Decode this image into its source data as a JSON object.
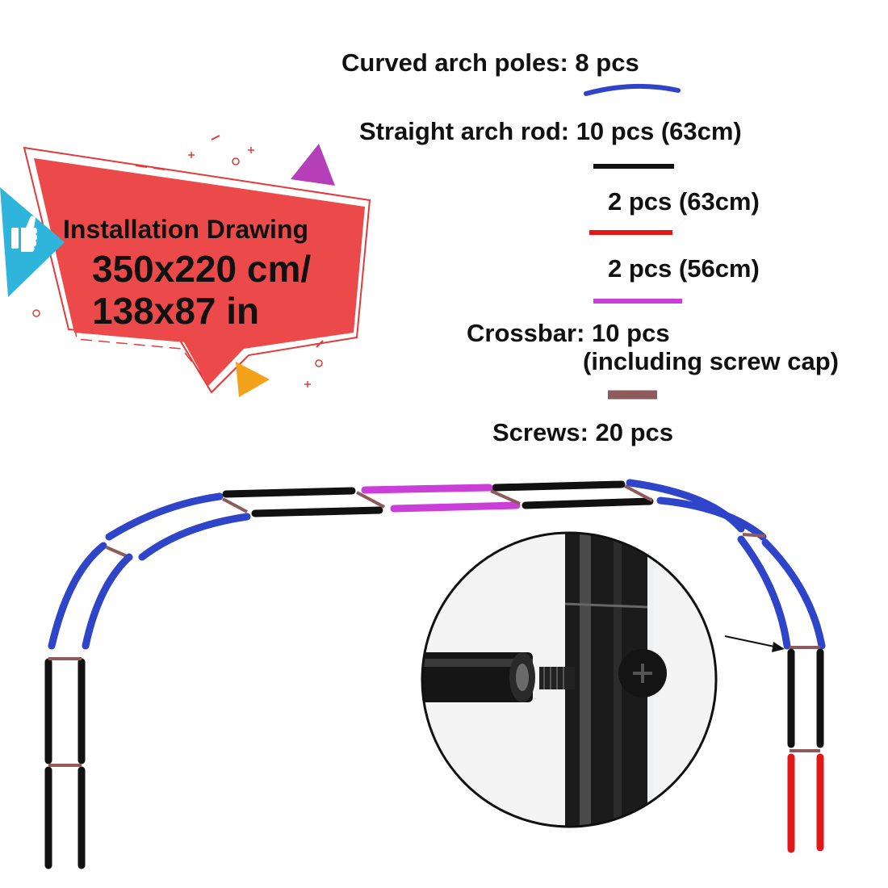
{
  "badge": {
    "title": "Installation Drawing",
    "size_cm": "350x220 cm/",
    "size_in": "138x87 in",
    "colors": {
      "banner": "#ec4a4a",
      "banner_border": "#e23a3a",
      "thumb_bg": "#2fb5dc",
      "triangle_purple": "#b43fb8",
      "triangle_orange": "#f2a21b"
    },
    "icons": [
      "thumbs-up-icon",
      "triangle-icon",
      "plus-icon",
      "circle-icon"
    ]
  },
  "legend": {
    "items": [
      {
        "label": "Curved arch poles: 8 pcs",
        "color": "#2f45c9"
      },
      {
        "label": "Straight arch rod: 10 pcs (63cm)",
        "color": "#111111"
      },
      {
        "label": "2 pcs (63cm)",
        "color": "#e01818"
      },
      {
        "label": "2 pcs (56cm)",
        "color": "#c93fd8"
      },
      {
        "label": "Crossbar: 10 pcs",
        "label2": "(including screw cap)",
        "color": "#8f5a5a"
      },
      {
        "label": "Screws: 20 pcs",
        "color": ""
      }
    ]
  },
  "inset": {
    "description_icon": "screw-joint-closeup"
  }
}
